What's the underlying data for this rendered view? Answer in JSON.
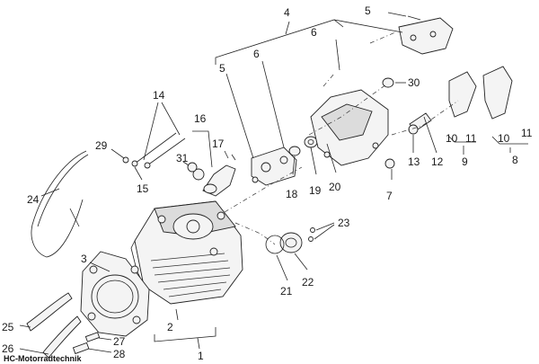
{
  "diagram": {
    "callouts": {
      "c1": "1",
      "c2": "2",
      "c3": "3",
      "c4": "4",
      "c5a": "5",
      "c5b": "5",
      "c6a": "6",
      "c6b": "6",
      "c7": "7",
      "c8": "8",
      "c9": "9",
      "c10a": "10",
      "c10b": "10",
      "c11a": "11",
      "c11b": "11",
      "c12": "12",
      "c13": "13",
      "c14": "14",
      "c15": "15",
      "c16": "16",
      "c17": "17",
      "c18": "18",
      "c19": "19",
      "c20": "20",
      "c21": "21",
      "c22": "22",
      "c23": "23",
      "c24": "24",
      "c25": "25",
      "c26": "26",
      "c27": "27",
      "c28": "28",
      "c29": "29",
      "c30": "30",
      "c31": "31"
    },
    "watermark": "HC-Motorradtechnik"
  }
}
